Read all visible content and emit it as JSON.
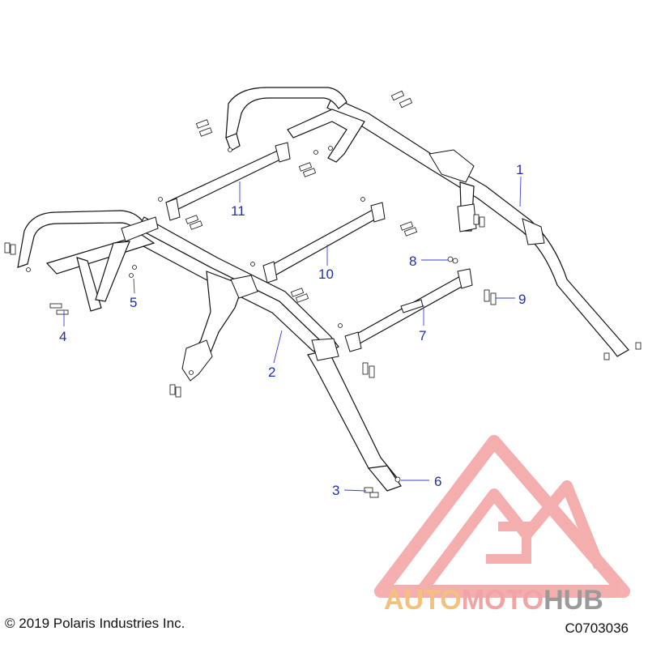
{
  "diagram": {
    "callouts": [
      {
        "id": "c1",
        "label": "1"
      },
      {
        "id": "c2",
        "label": "2"
      },
      {
        "id": "c3",
        "label": "3"
      },
      {
        "id": "c4",
        "label": "4"
      },
      {
        "id": "c5",
        "label": "5"
      },
      {
        "id": "c6",
        "label": "6"
      },
      {
        "id": "c7",
        "label": "7"
      },
      {
        "id": "c8",
        "label": "8"
      },
      {
        "id": "c9",
        "label": "9"
      },
      {
        "id": "c10",
        "label": "10"
      },
      {
        "id": "c11",
        "label": "11"
      }
    ],
    "copyright": "© 2019 Polaris Industries Inc.",
    "drawing_code": "C0703036"
  },
  "watermark": {
    "part1": "AUTO",
    "part2": "MOTO",
    "part3": "HUB",
    "colors": {
      "auto": "#f3c27a",
      "moto": "#f2a3a3",
      "hub": "#9a9a9a",
      "logo": "#f08a8a"
    }
  },
  "colors": {
    "callout": "#1f2fb0",
    "line": "#111111"
  }
}
